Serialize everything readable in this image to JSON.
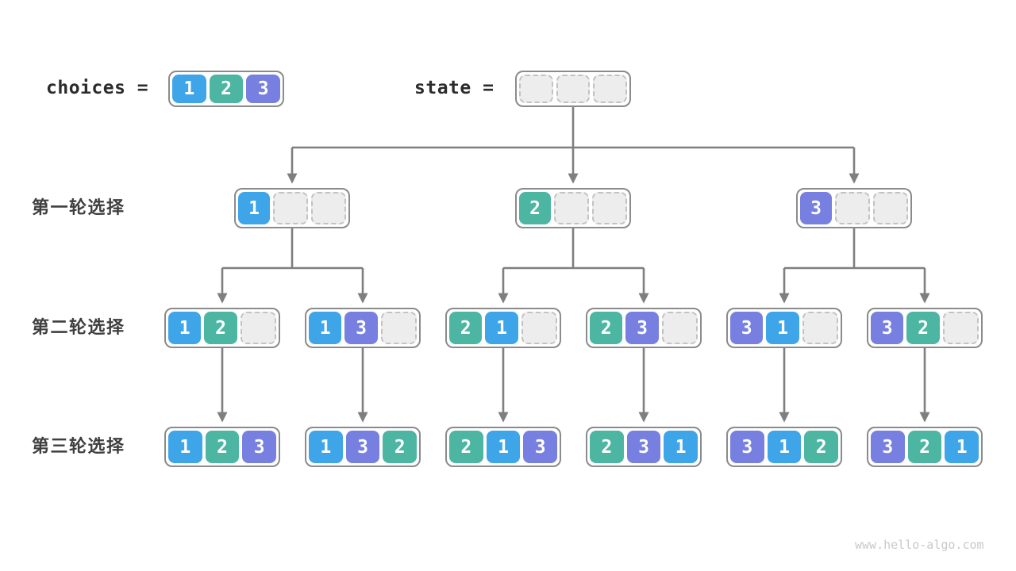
{
  "header": {
    "choices_label": "choices =",
    "state_label": "state =",
    "choices": [
      "1",
      "2",
      "3"
    ],
    "state": [
      "",
      "",
      ""
    ]
  },
  "row_labels": [
    "第一轮选择",
    "第二轮选择",
    "第三轮选择"
  ],
  "tree": {
    "level1": [
      [
        "1",
        "",
        ""
      ],
      [
        "2",
        "",
        ""
      ],
      [
        "3",
        "",
        ""
      ]
    ],
    "level2": [
      [
        "1",
        "2",
        ""
      ],
      [
        "1",
        "3",
        ""
      ],
      [
        "2",
        "1",
        ""
      ],
      [
        "2",
        "3",
        ""
      ],
      [
        "3",
        "1",
        ""
      ],
      [
        "3",
        "2",
        ""
      ]
    ],
    "level3": [
      [
        "1",
        "2",
        "3"
      ],
      [
        "1",
        "3",
        "2"
      ],
      [
        "2",
        "1",
        "3"
      ],
      [
        "2",
        "3",
        "1"
      ],
      [
        "3",
        "1",
        "2"
      ],
      [
        "3",
        "2",
        "1"
      ]
    ]
  },
  "watermark": "www.hello-algo.com",
  "colors": {
    "num1": "#3FA5E9",
    "num2": "#4DB6A3",
    "num3": "#7780E0",
    "arrow": "#7f7f7f",
    "box_border": "#8b8b8b",
    "empty_fill": "#EDEDED",
    "empty_border": "#C2C2C2"
  }
}
